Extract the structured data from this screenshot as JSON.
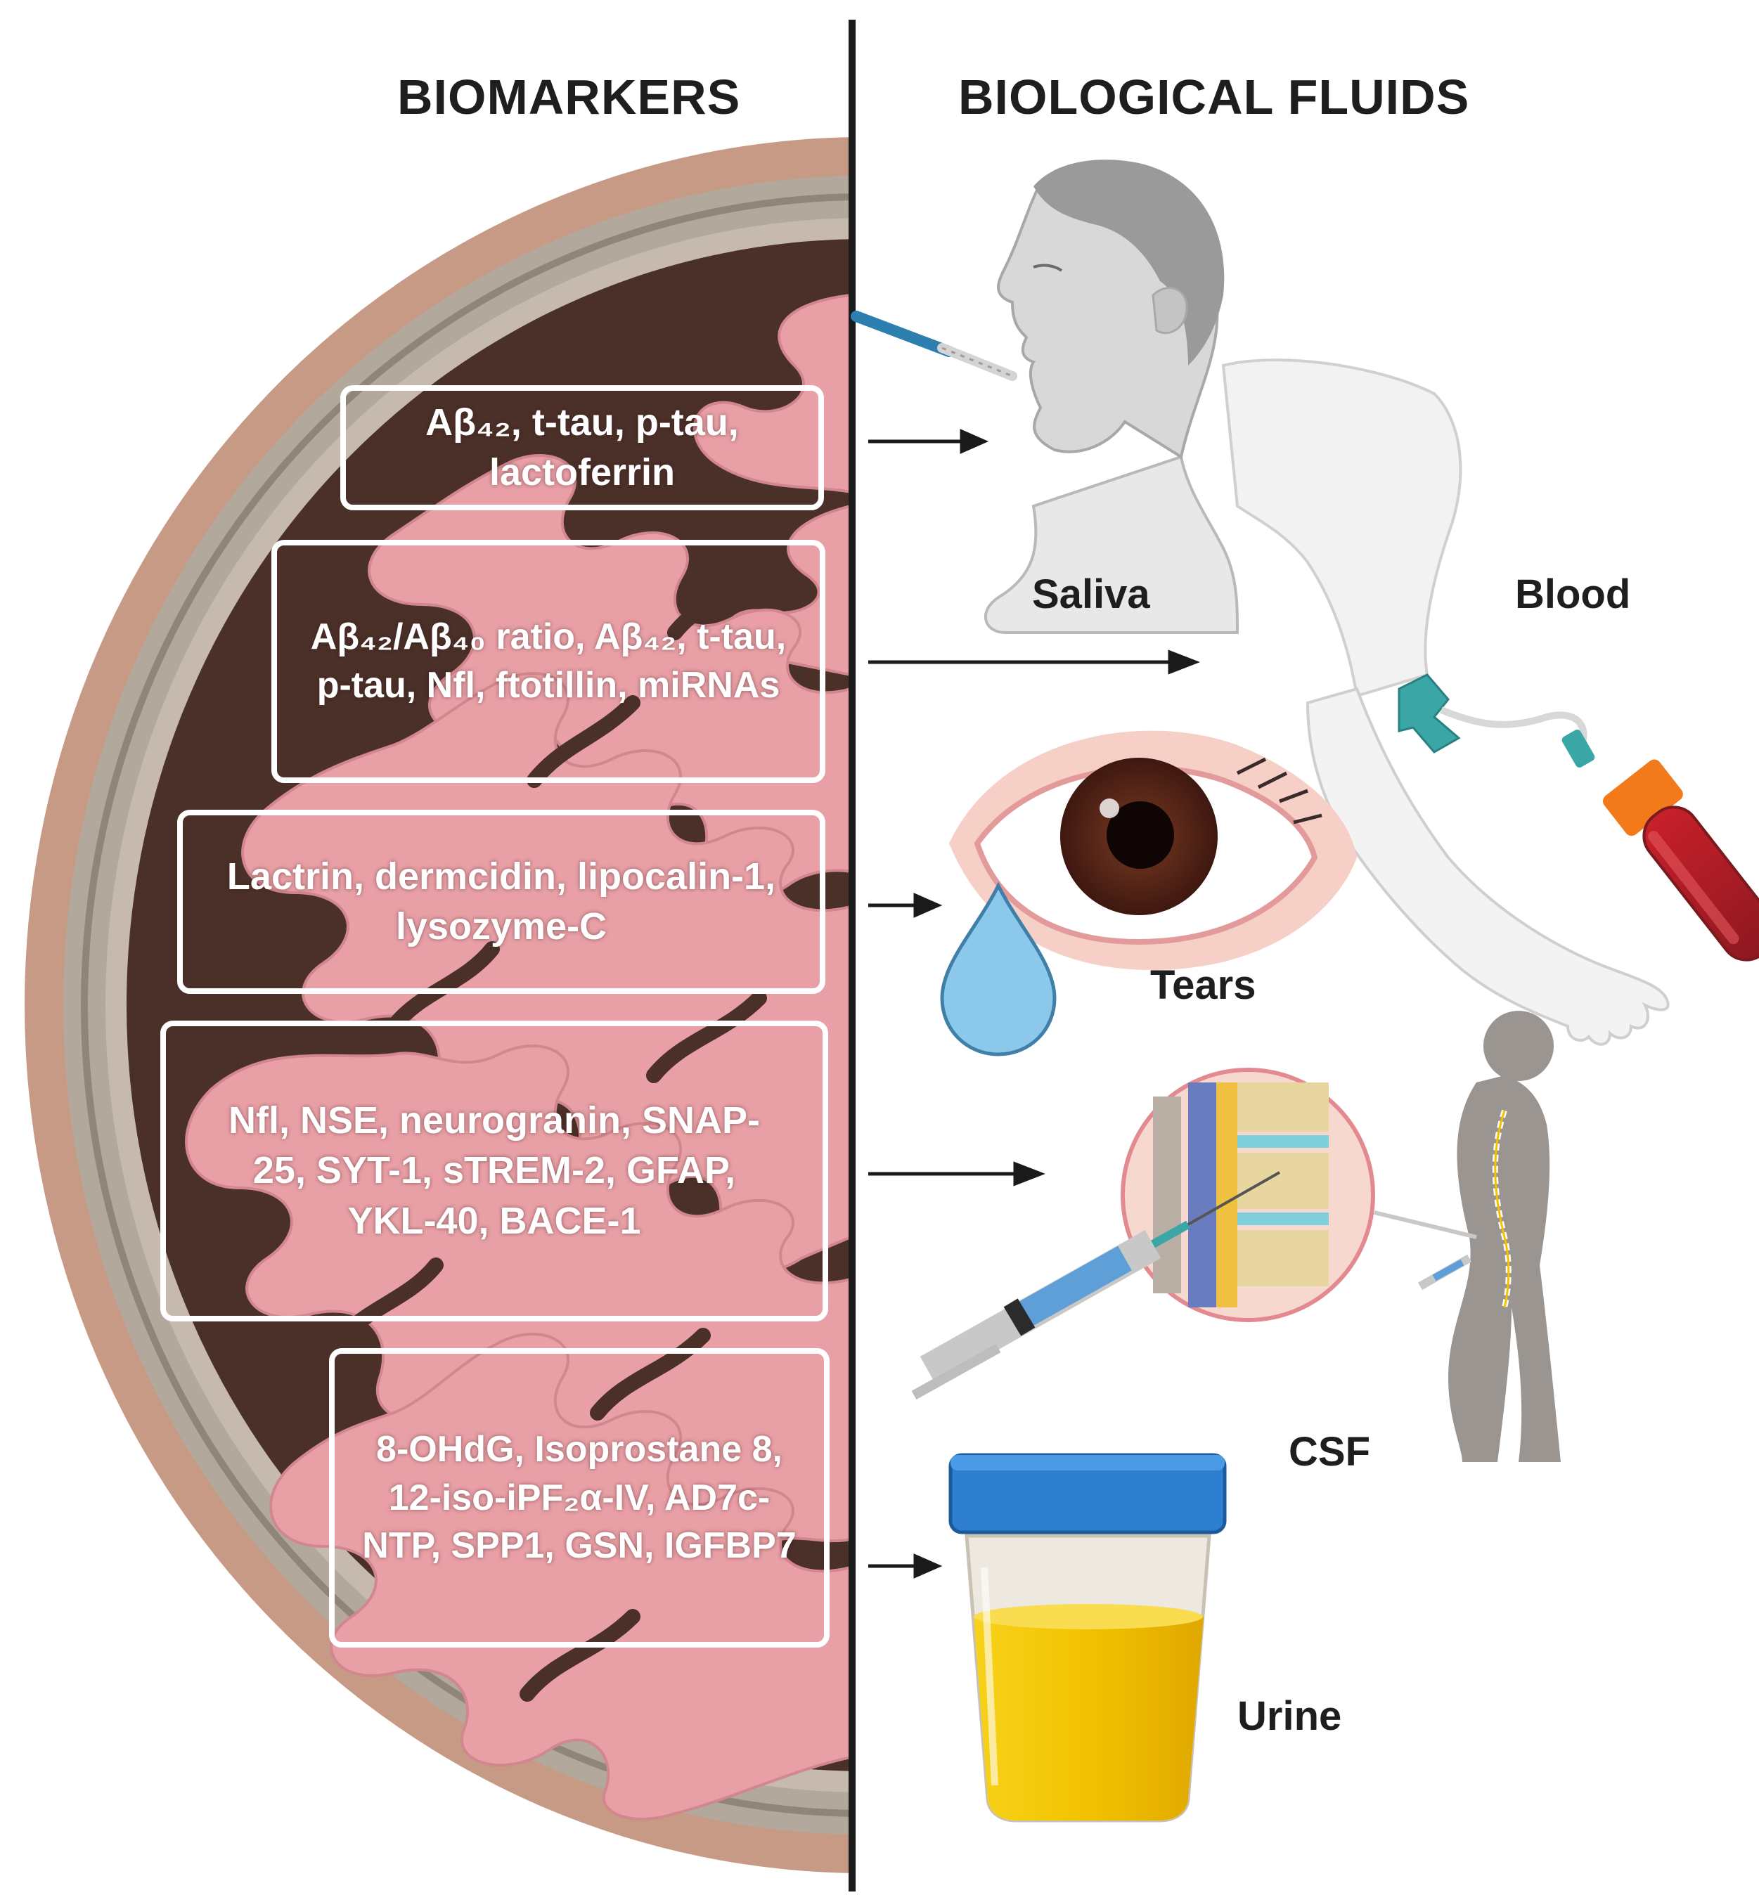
{
  "headers": {
    "left": "BIOMARKERS",
    "right": "BIOLOGICAL FLUIDS"
  },
  "biomarker_boxes": [
    {
      "text": "Aβ₄₂, t-tau, p-tau, lactoferrin"
    },
    {
      "text": "Aβ₄₂/Aβ₄₀ ratio, Aβ₄₂, t-tau, p-tau, Nfl, ftotillin, miRNAs"
    },
    {
      "text": "Lactrin, dermcidin, lipocalin-1, lysozyme-C"
    },
    {
      "text": "Nfl, NSE, neurogranin, SNAP-25, SYT-1, sTREM-2, GFAP, YKL-40, BACE-1"
    },
    {
      "text": "8-OHdG, Isoprostane 8, 12-iso-iPF₂α-IV, AD7c-NTP, SPP1, GSN, IGFBP7"
    }
  ],
  "fluids": {
    "saliva": "Saliva",
    "blood": "Blood",
    "tears": "Tears",
    "csf": "CSF",
    "urine": "Urine"
  },
  "colors": {
    "brain_dark": "#4a3028",
    "brain_pink": "#e8a0a6",
    "skull_outer": "#c79a86",
    "skull_bone": "#b5aba0",
    "figure_gray": "#c9c9c9",
    "teal": "#3aa6a6",
    "blood_red": "#b3242c",
    "urine_yellow": "#f2c200",
    "cup_lid": "#2e7fd0",
    "tear_blue": "#8cc8ea",
    "iris": "#5a2418"
  }
}
